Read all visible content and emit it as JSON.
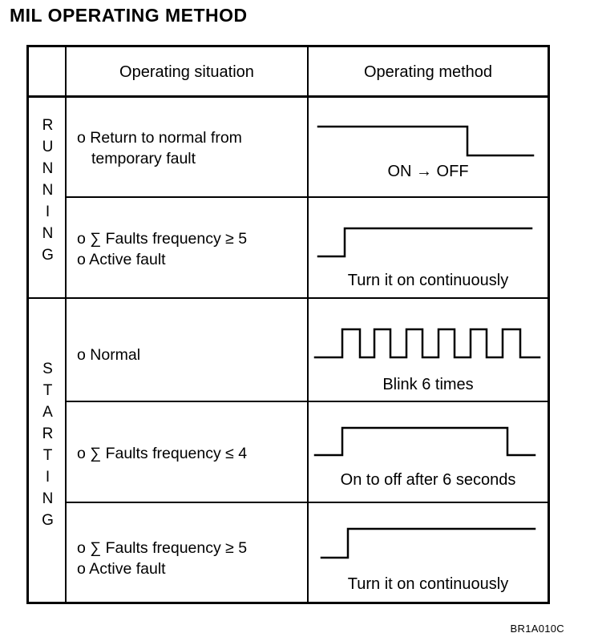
{
  "title": "MIL OPERATING METHOD",
  "header": {
    "situation": "Operating situation",
    "method": "Operating method"
  },
  "groups": [
    {
      "letters": [
        "R",
        "U",
        "N",
        "N",
        "I",
        "N",
        "G"
      ]
    },
    {
      "letters": [
        "S",
        "T",
        "A",
        "R",
        "T",
        "I",
        "N",
        "G"
      ]
    }
  ],
  "rows": [
    {
      "situation_lines": [
        "o Return to normal from",
        "temporary fault"
      ],
      "method_caption": "ON → OFF",
      "waveform": "on-to-off"
    },
    {
      "situation_lines": [
        "o ∑ Faults frequency ≥ 5",
        "o Active fault"
      ],
      "method_caption": "Turn it on continuously",
      "waveform": "off-to-on"
    },
    {
      "situation_lines": [
        "o Normal"
      ],
      "method_caption": "Blink 6 times",
      "waveform": "blink"
    },
    {
      "situation_lines": [
        "o ∑ Faults frequency ≤ 4"
      ],
      "method_caption": "On to off after 6 seconds",
      "waveform": "pulse"
    },
    {
      "situation_lines": [
        "o ∑ Faults frequency ≥ 5",
        "o Active fault"
      ],
      "method_caption": "Turn it on continuously",
      "waveform": "off-to-on"
    }
  ],
  "footer_code": "BR1A010C"
}
